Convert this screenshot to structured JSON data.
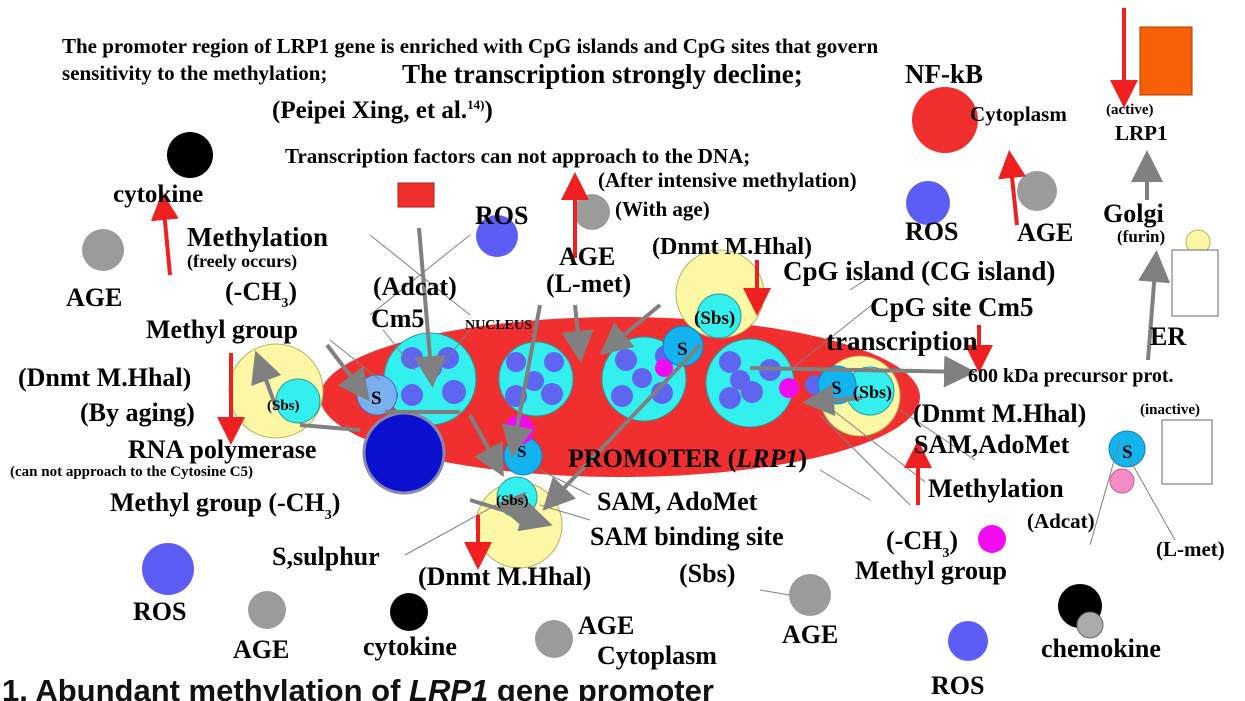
{
  "header": {
    "line1": "The promoter region of LRP1 gene is enriched with CpG islands and CpG sites that govern",
    "line2": "sensitivity to the methylation;",
    "decline": "The transcription strongly decline;",
    "citation": "(Peipei Xing, et al.",
    "citation_sup": "14)",
    "citation_end": ")",
    "tf": "Transcription factors can not approach to the DNA;",
    "after": "(After intensive methylation)",
    "with_age": "(With age)"
  },
  "labels": {
    "nfkb": "NF-kB",
    "cytoplasm_top": "Cytoplasm",
    "active": "(active)",
    "lrp1_top": "LRP1",
    "cytokine_top": "cytokine",
    "methylation_left": "Methylation",
    "freely": "(freely occurs)",
    "age_left": "AGE",
    "ch3_left_pre": "(-CH",
    "ch3_left_sub": "3",
    "ch3_left_post": ")",
    "methyl_group_left": "Methyl group",
    "adcat_mid": "(Adcat)",
    "cm5_left": "Cm5",
    "nucleus": "NUCLEUS",
    "ros_mid": "ROS",
    "age_mid": "AGE",
    "lmet_mid": "(L-met)",
    "dnmt_top": "(Dnmt M.Hhal)",
    "sbs_top": "(Sbs)",
    "cpg_island": "CpG island (CG island)",
    "cpg_site": "CpG site Cm5",
    "transcription": "transcription",
    "ros_right": "ROS",
    "age_right": "AGE",
    "golgi": "Golgi",
    "furin": "(furin)",
    "er": "ER",
    "precursor": "600 kDa precursor prot.",
    "inactive": "(inactive)",
    "dnmt_left": "(Dnmt M.Hhal)",
    "by_aging": "(By aging)",
    "sbs_left": "(Sbs)",
    "s_letter": "S",
    "rna_pol": "RNA polymerase",
    "cant_approach": "(can not approach to the Cytosine C5)",
    "methyl_group_ch3_pre": "Methyl group (-CH",
    "methyl_group_ch3_sub": "3",
    "methyl_group_ch3_post": ")",
    "promoter_pre": "PROMOTER (",
    "promoter_it": "LRP1",
    "promoter_post": ")",
    "sbs_right": "(Sbs)",
    "dnmt_right": "(Dnmt M.Hhal)",
    "sam_adomet_right": "SAM,AdoMet",
    "methylation_right": "Methylation",
    "adcat_right": "(Adcat)",
    "lmet_right": "(L-met)",
    "sbs_bottom": "(Sbs)",
    "sam_adomet_bottom": "SAM, AdoMet",
    "sam_binding": "SAM binding site",
    "sbs_paren": "(Sbs)",
    "ch3_right_pre": "(-CH",
    "ch3_right_sub": "3",
    "ch3_right_post": ")",
    "methyl_group_right": "Methyl group",
    "s_sulphur": "S,sulphur",
    "dnmt_bottom": "(Dnmt M.Hhal)",
    "ros_bl": "ROS",
    "age_bl": "AGE",
    "cytokine_bottom": "cytokine",
    "age_bc": "AGE",
    "cytoplasm_bottom": "Cytoplasm",
    "age_br": "AGE",
    "ros_br": "ROS",
    "chemokine": "chemokine"
  },
  "caption": {
    "pre": "1. Abundant methylation of ",
    "italic": "LRP1",
    "post": " gene promoter"
  },
  "colors": {
    "nucleus_red": "#f22f2f",
    "cyan": "#33f0ef",
    "blue_dot": "#6065ef",
    "ros": "#5c5cf6",
    "age": "#9b9b9b",
    "yellow": "#fdf8a6",
    "magenta": "#f20af0",
    "arrow_red": "#f02020",
    "arrow_gray": "#808080",
    "rna_pol": "#0b10d0",
    "lrp1_active": "#f86008"
  }
}
